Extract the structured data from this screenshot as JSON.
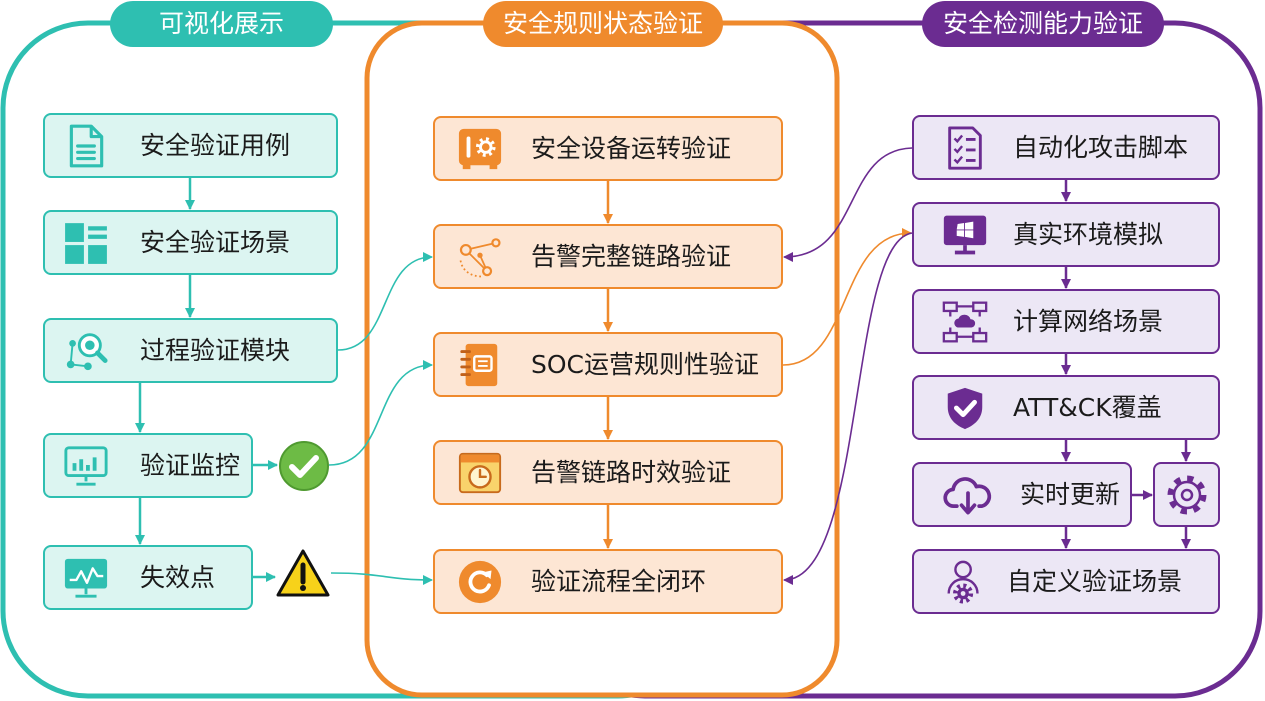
{
  "colors": {
    "teal": "#2ebfb1",
    "orange": "#ef8a2d",
    "purple": "#6b2c91"
  },
  "sections": {
    "left": {
      "title": "可视化展示",
      "boxes": [
        {
          "label": "安全验证用例",
          "icon": "document-icon"
        },
        {
          "label": "安全验证场景",
          "icon": "dashboard-icon"
        },
        {
          "label": "过程验证模块",
          "icon": "magnifier-network-icon"
        },
        {
          "label": "验证监控",
          "icon": "monitor-bar-chart-icon"
        },
        {
          "label": "失效点",
          "icon": "monitor-line-chart-icon"
        }
      ],
      "status_icons": [
        "check-circle-icon",
        "warning-icon"
      ]
    },
    "center": {
      "title": "安全规则状态验证",
      "boxes": [
        {
          "label": "安全设备运转验证",
          "icon": "safe-gear-icon"
        },
        {
          "label": "告警完整链路验证",
          "icon": "network-nodes-icon"
        },
        {
          "label": "SOC运营规则性验证",
          "icon": "notebook-icon"
        },
        {
          "label": "告警链路时效验证",
          "icon": "calendar-clock-icon"
        },
        {
          "label": "验证流程全闭环",
          "icon": "refresh-circle-icon"
        }
      ]
    },
    "right": {
      "title": "安全检测能力验证",
      "boxes": [
        {
          "label": "自动化攻击脚本",
          "icon": "checklist-icon"
        },
        {
          "label": "真实环境模拟",
          "icon": "monitor-windows-icon"
        },
        {
          "label": "计算网络场景",
          "icon": "network-cloud-icon"
        },
        {
          "label": "ATT&CK覆盖",
          "icon": "shield-check-icon"
        },
        {
          "label": "实时更新",
          "icon": "cloud-download-icon"
        },
        {
          "label": "自定义验证场景",
          "icon": "user-gear-icon"
        }
      ],
      "extra_icons": [
        "gear-icon"
      ]
    }
  }
}
